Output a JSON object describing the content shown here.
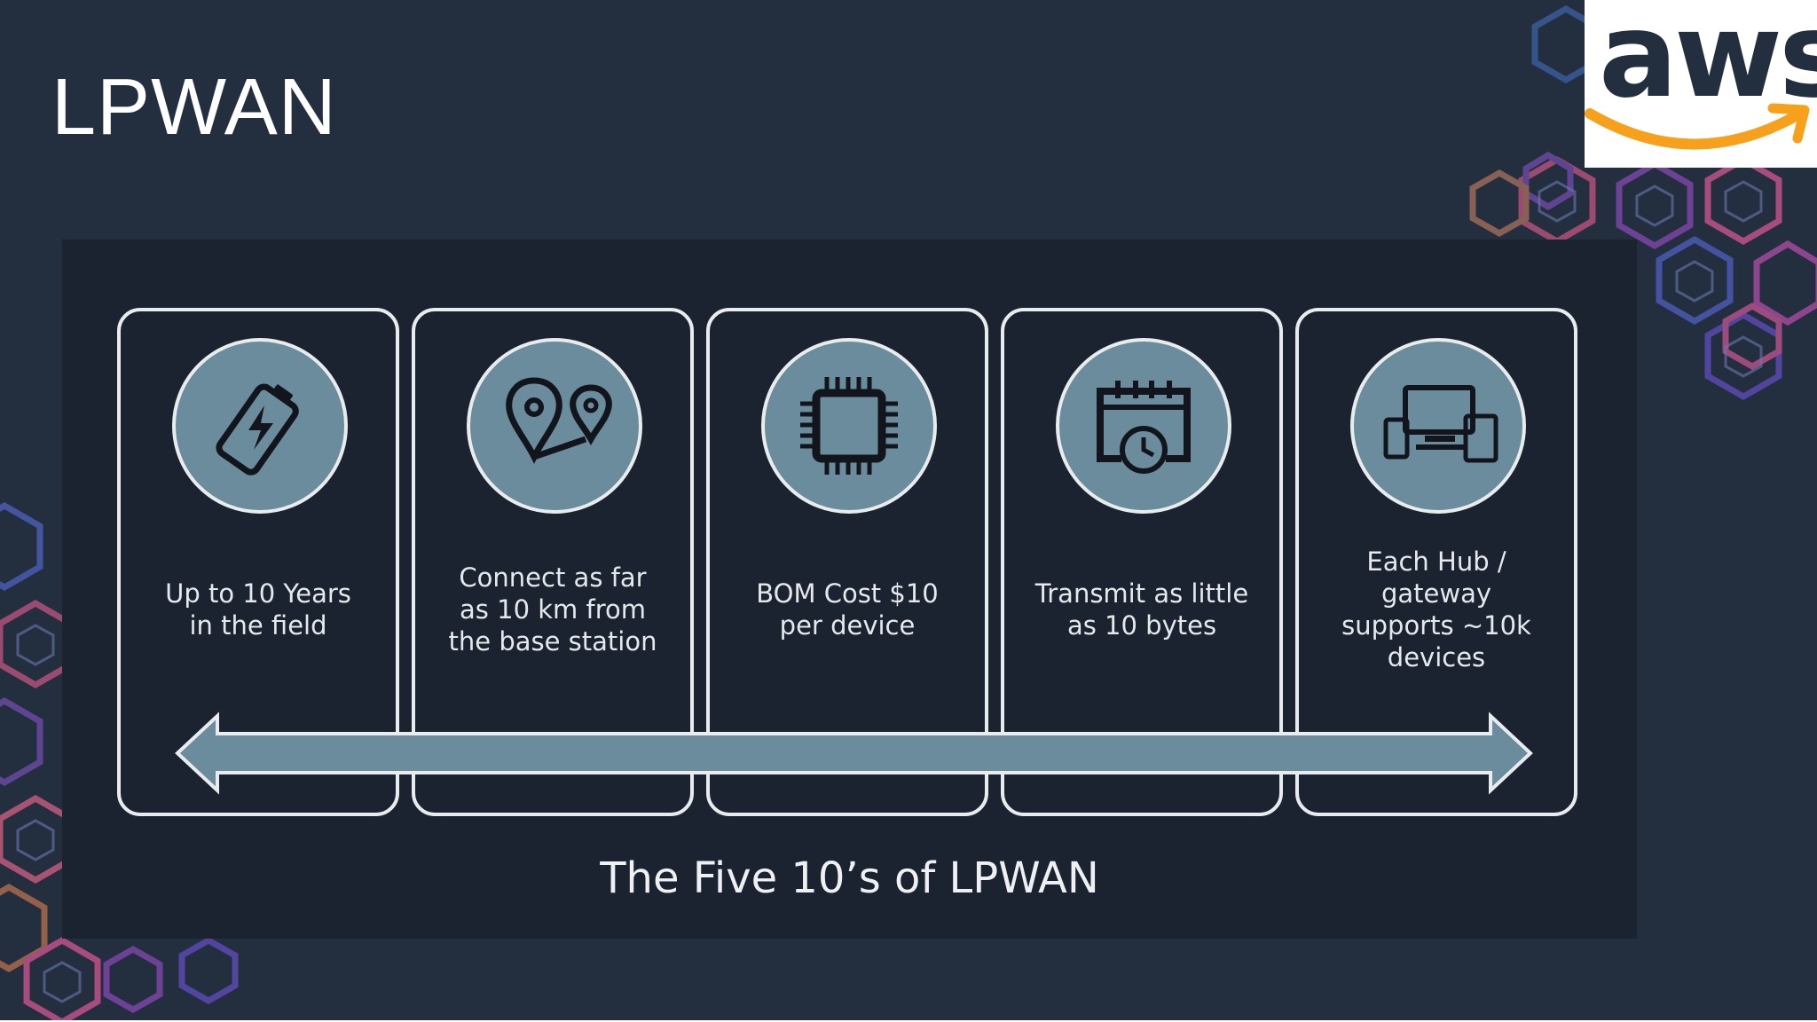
{
  "slide": {
    "title": "LPWAN",
    "logo_text": "aws",
    "caption": "The Five 10’s of LPWAN"
  },
  "cards": [
    {
      "icon": "battery-charging-icon",
      "text": "Up to 10 Years\nin the field"
    },
    {
      "icon": "map-route-pins-icon",
      "text": "Connect as far\nas 10 km from\nthe base station"
    },
    {
      "icon": "microchip-icon",
      "text": "BOM Cost $10\nper device"
    },
    {
      "icon": "calendar-clock-icon",
      "text": "Transmit as little\nas 10 bytes"
    },
    {
      "icon": "devices-icon",
      "text": "Each Hub /\ngateway\nsupports ~10k\ndevices"
    }
  ],
  "colors": {
    "background": "#232f3e",
    "panel": "#1b2330",
    "accent": "#6b8c9c",
    "border": "#e8ecec",
    "aws_orange": "#f7a01c"
  }
}
